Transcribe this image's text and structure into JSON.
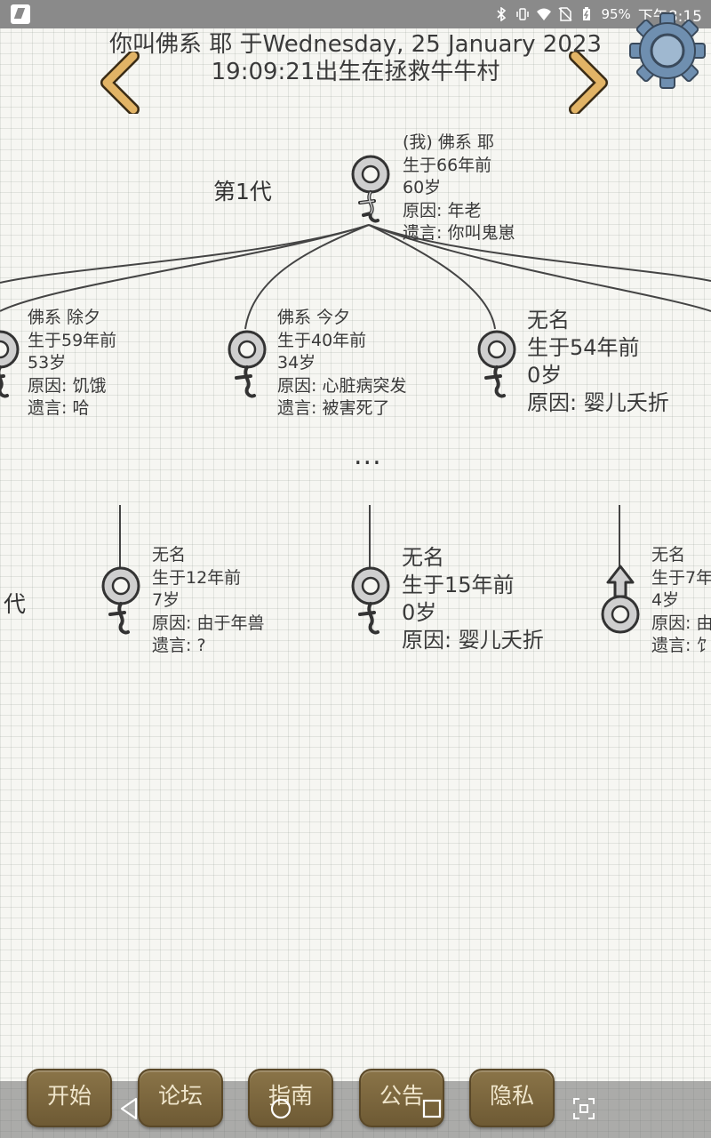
{
  "status_bar": {
    "battery": "95%",
    "time": "下午8:15"
  },
  "header": {
    "line1": "你叫佛系 耶 于Wednesday, 25 January 2023",
    "line2": "19:09:21出生在拯救牛牛村"
  },
  "generation_labels": {
    "gen1": "第1代",
    "gen_partial": "代"
  },
  "self": {
    "lines": [
      "(我) 佛系 耶",
      "生于66年前",
      "60岁",
      "原因: 年老",
      "遗言: 你叫鬼崽"
    ]
  },
  "children": [
    {
      "lines": [
        "佛系 除夕",
        "生于59年前",
        "53岁",
        "原因: 饥饿",
        "遗言: 哈"
      ]
    },
    {
      "lines": [
        "佛系 今夕",
        "生于40年前",
        "34岁",
        "原因: 心脏病突发",
        "遗言: 被害死了"
      ]
    },
    {
      "lines": [
        "无名",
        "生于54年前",
        "0岁",
        "原因: 婴儿夭折"
      ]
    }
  ],
  "ellipsis": "...",
  "descendants": [
    {
      "lines": [
        "无名",
        "生于12年前",
        "7岁",
        "原因: 由于年兽",
        "遗言: ?"
      ]
    },
    {
      "lines": [
        "无名",
        "生于15年前",
        "0岁",
        "原因: 婴儿夭折"
      ]
    },
    {
      "lines": [
        "无名",
        "生于7年",
        "4岁",
        "原因: 由",
        "遗言: 饣"
      ]
    }
  ],
  "menu": [
    "开始",
    "论坛",
    "指南",
    "公告",
    "隐私"
  ],
  "icons": {
    "female": "female-symbol-icon",
    "male": "male-symbol-icon",
    "prev": "chevron-left-icon",
    "next": "chevron-right-icon",
    "settings": "gear-icon"
  },
  "colors": {
    "menu_button": "#7a6440",
    "arrow": "#e0b060",
    "symbol": "#c8c8c8"
  }
}
